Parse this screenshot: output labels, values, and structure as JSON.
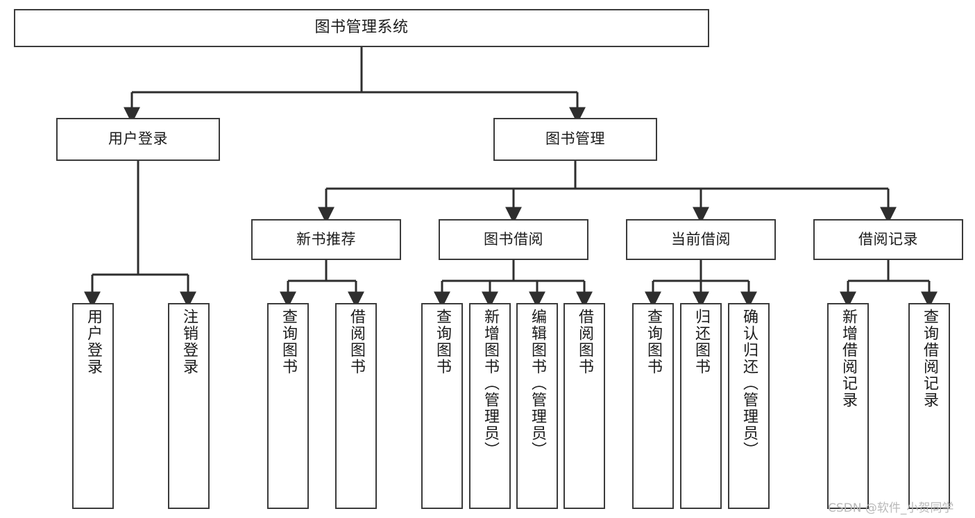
{
  "diagram": {
    "title": "图书管理系统",
    "type": "tree-hierarchy",
    "orientation": "top-down",
    "colors": {
      "box_border": "#3b3b3b",
      "box_fill": "#ffffff",
      "connector": "#2e2e2e",
      "text": "#1b1b1b",
      "watermark": "#b9b9b9"
    },
    "levels": {
      "root": {
        "label": "图书管理系统"
      },
      "level2": [
        {
          "id": "user-login",
          "label": "用户登录"
        },
        {
          "id": "book-manage",
          "label": "图书管理"
        }
      ],
      "level3": [
        {
          "id": "new-book-rec",
          "label": "新书推荐",
          "parent": "book-manage"
        },
        {
          "id": "book-borrow",
          "label": "图书借阅",
          "parent": "book-manage"
        },
        {
          "id": "current-borrow",
          "label": "当前借阅",
          "parent": "book-manage"
        },
        {
          "id": "borrow-record",
          "label": "借阅记录",
          "parent": "book-manage"
        }
      ],
      "leaves": [
        {
          "id": "leaf-user-login",
          "label": "用户登录",
          "parent": "user-login"
        },
        {
          "id": "leaf-logout",
          "label": "注销登录",
          "parent": "user-login"
        },
        {
          "id": "leaf-query-book-1",
          "label": "查询图书",
          "parent": "new-book-rec"
        },
        {
          "id": "leaf-borrow-book-1",
          "label": "借阅图书",
          "parent": "new-book-rec"
        },
        {
          "id": "leaf-query-book-2",
          "label": "查询图书",
          "parent": "book-borrow"
        },
        {
          "id": "leaf-add-book",
          "label": "新增图书（管理员）",
          "parent": "book-borrow"
        },
        {
          "id": "leaf-edit-book",
          "label": "编辑图书（管理员）",
          "parent": "book-borrow"
        },
        {
          "id": "leaf-borrow-book-2",
          "label": "借阅图书",
          "parent": "book-borrow"
        },
        {
          "id": "leaf-query-book-3",
          "label": "查询图书",
          "parent": "current-borrow"
        },
        {
          "id": "leaf-return-book",
          "label": "归还图书",
          "parent": "current-borrow"
        },
        {
          "id": "leaf-confirm-return",
          "label": "确认归还（管理员）",
          "parent": "current-borrow"
        },
        {
          "id": "leaf-add-record",
          "label": "新增借阅记录",
          "parent": "borrow-record"
        },
        {
          "id": "leaf-query-record",
          "label": "查询借阅记录",
          "parent": "borrow-record"
        }
      ]
    },
    "watermark": "CSDN @软件_小贺同学"
  }
}
